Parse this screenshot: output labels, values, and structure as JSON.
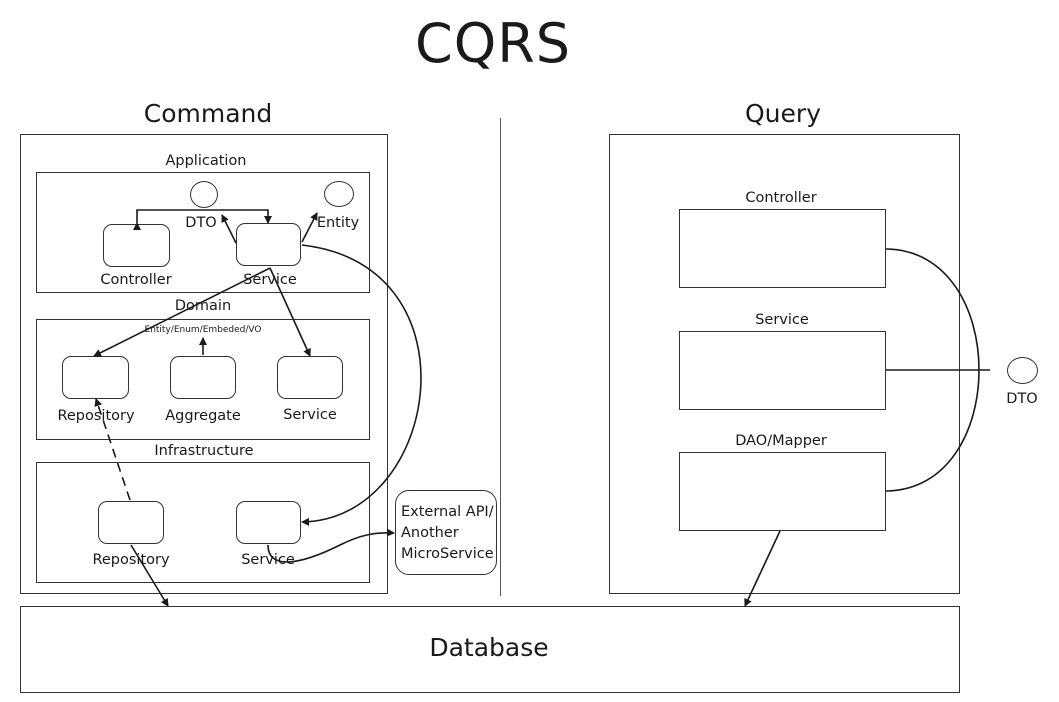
{
  "title": "CQRS",
  "command": {
    "title": "Command",
    "application": {
      "label": "Application",
      "controller": "Controller",
      "service": "Service",
      "dto": "DTO",
      "entity": "Entity"
    },
    "domain": {
      "label": "Domain",
      "types": "Entity/Enum/Embeded/VO",
      "repository": "Repository",
      "aggregate": "Aggregate",
      "service": "Service"
    },
    "infrastructure": {
      "label": "Infrastructure",
      "repository": "Repository",
      "service": "Service"
    }
  },
  "external": [
    "External API/",
    "Another",
    "MicroService"
  ],
  "query": {
    "title": "Query",
    "controller": "Controller",
    "service": "Service",
    "dao": "DAO/Mapper",
    "dto": "DTO"
  },
  "database": "Database"
}
